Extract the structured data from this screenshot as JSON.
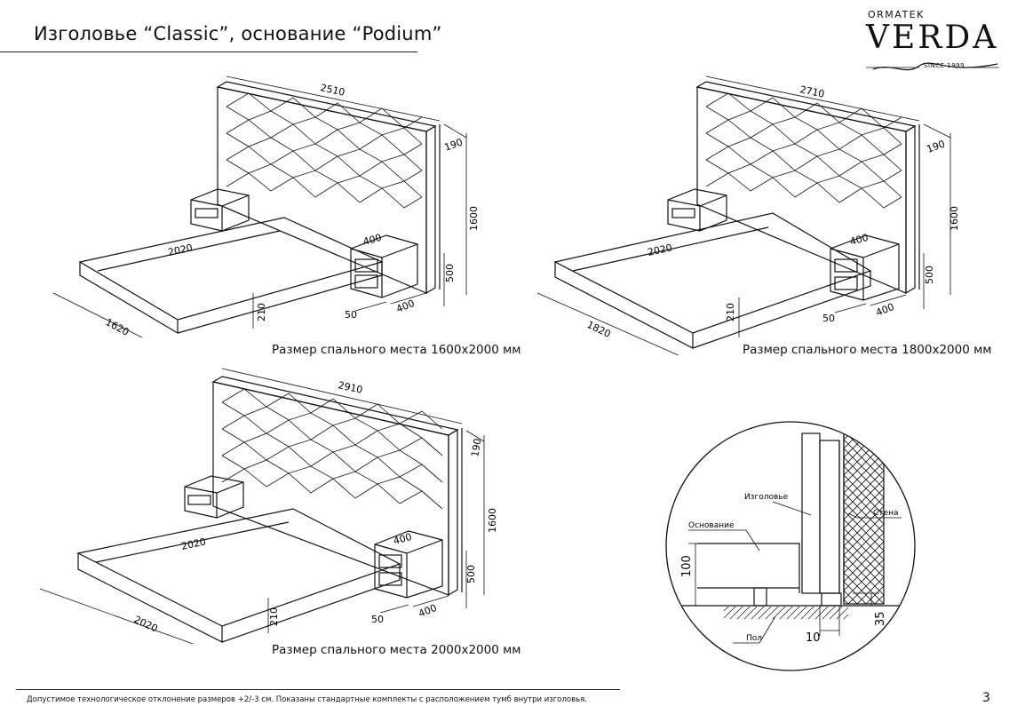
{
  "header": {
    "title": "Изголовье “Classic”, основание “Podium”"
  },
  "logo": {
    "top_text": "ORMATEK",
    "brand": "VERDA",
    "since": "SINCE 1999"
  },
  "diagram_1": {
    "width": "2510",
    "depth": "190",
    "height": "1600",
    "bed_length": "2020",
    "bed_width": "1620",
    "podium_height": "210",
    "nightstand_width": "400",
    "nightstand_height": "500",
    "nightstand_depth": "400",
    "nightstand_offset": "50",
    "caption": "Размер спального места 1600х2000 мм"
  },
  "diagram_2": {
    "width": "2710",
    "depth": "190",
    "height": "1600",
    "bed_length": "2020",
    "bed_width": "1820",
    "podium_height": "210",
    "nightstand_width": "400",
    "nightstand_height": "500",
    "nightstand_depth": "400",
    "nightstand_offset": "50",
    "caption": "Размер спального места 1800х2000 мм"
  },
  "diagram_3": {
    "width": "2910",
    "depth": "190",
    "height": "1600",
    "bed_length": "2020",
    "bed_width": "2020",
    "podium_height": "210",
    "nightstand_width": "400",
    "nightstand_height": "500",
    "nightstand_depth": "400",
    "nightstand_offset": "50",
    "caption": "Размер спального места 2000х2000 мм"
  },
  "detail": {
    "headboard_label": "Изголовье",
    "base_label": "Основание",
    "wall_label": "Стена",
    "floor_label": "Пол",
    "dim_100": "100",
    "dim_10": "10",
    "dim_35": "35"
  },
  "footer": {
    "note": "Допустимое технологическое отклонение размеров +2/-3 см.  Показаны стандартные комплекты с расположением тумб внутри изголовья.",
    "page_number": "3"
  }
}
